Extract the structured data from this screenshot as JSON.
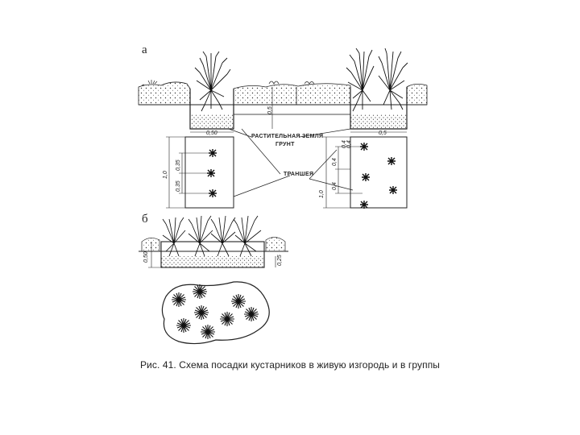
{
  "panels": {
    "a": "а",
    "b": "б"
  },
  "labels": {
    "soil_line1": "РАСТИТЕЛЬНАЯ ЗЕМЛЯ",
    "soil_line2": "ГРУНТ",
    "trench": "ТРАНШЕЯ"
  },
  "dimensions": {
    "depth_center": "0,5",
    "width_left": "0,50",
    "width_right": "0,5",
    "plan_left_total": "1,0",
    "plan_left_step1": "0,35",
    "plan_left_step2": "0,35",
    "plan_right_w1": "0,4",
    "plan_right_w2": "0,4",
    "plan_right_total": "1,0",
    "plan_right_step": "0,4",
    "plan_right_step2": "0,4",
    "group_depth_left": "0,50",
    "group_depth_right": "0,25"
  },
  "caption": "Рис. 41. Схема посадки кустарников в живую изгородь и в группы"
}
